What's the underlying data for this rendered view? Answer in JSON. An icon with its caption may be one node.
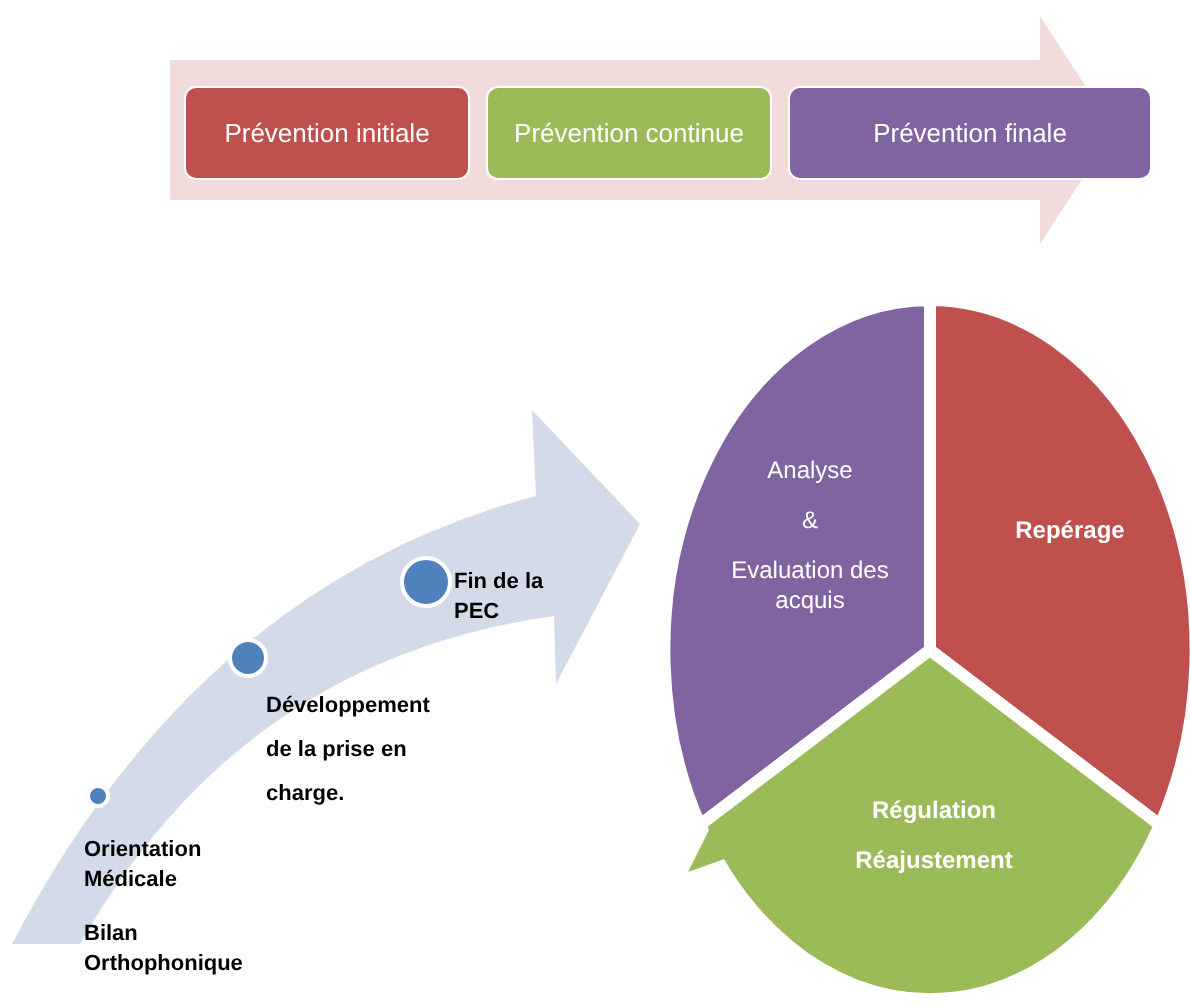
{
  "diagram": {
    "nodes": [
      {
        "text": [
          "Prévention initiale"
        ]
      },
      {
        "text": [
          "Prévention continue"
        ]
      },
      {
        "text": [
          "Prévention finale"
        ]
      },
      {
        "text": [],
        "shape": "circle",
        "beside": [
          "Orientation Médicale",
          "Bilan Orthophonique"
        ]
      },
      {
        "text": [],
        "shape": "circle",
        "beside": [
          "Développement de la prise en charge."
        ]
      },
      {
        "text": [],
        "shape": "circle",
        "beside": [
          "Fin de la PEC"
        ]
      },
      {
        "text": [
          "Analyse",
          "&",
          "Evaluation des acquis"
        ]
      },
      {
        "text": [
          "Repérage"
        ]
      },
      {
        "text": [
          "Régulation",
          "Réajustement"
        ]
      }
    ]
  }
}
